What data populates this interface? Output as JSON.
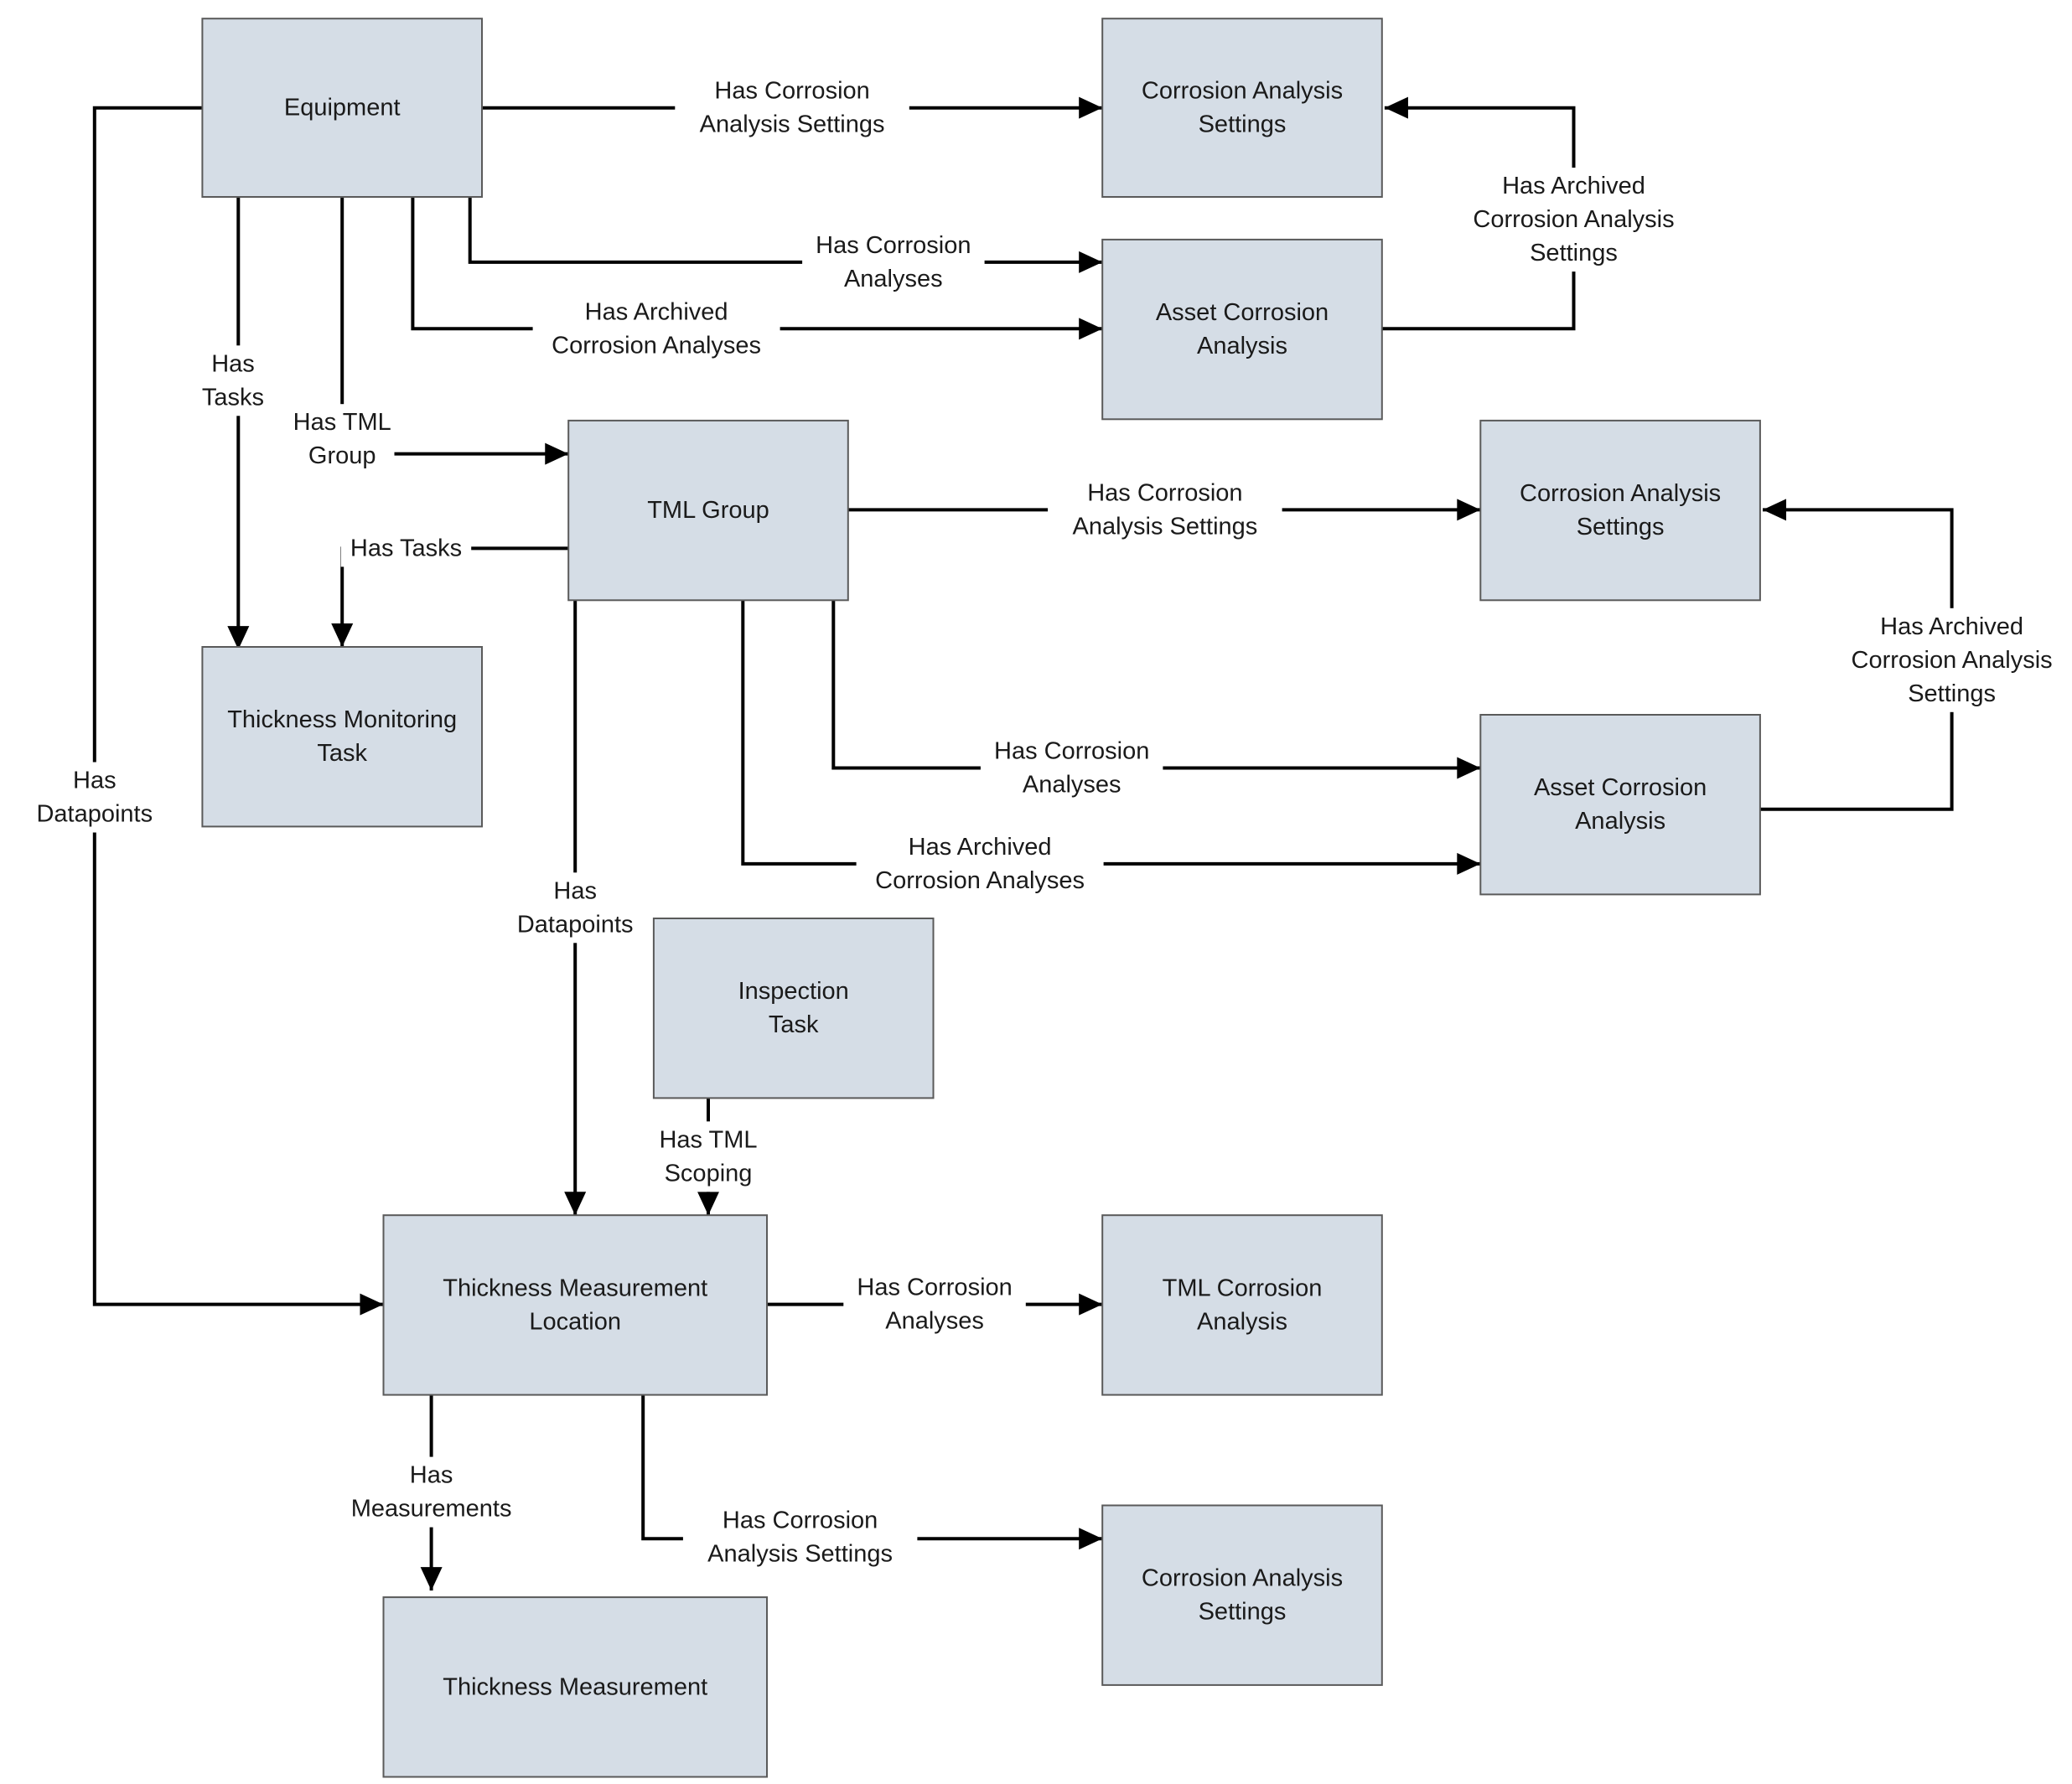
{
  "nodes": {
    "equipment": [
      "Equipment"
    ],
    "cas_1": [
      "Corrosion Analysis",
      "Settings"
    ],
    "aca_1": [
      "Asset Corrosion",
      "Analysis"
    ],
    "tml_group": [
      "TML Group"
    ],
    "cas_2": [
      "Corrosion Analysis",
      "Settings"
    ],
    "aca_2": [
      "Asset Corrosion",
      "Analysis"
    ],
    "thickness_monitoring_task": [
      "Thickness Monitoring",
      "Task"
    ],
    "inspection_task": [
      "Inspection",
      "Task"
    ],
    "tml": [
      "Thickness Measurement",
      "Location"
    ],
    "tml_corrosion_analysis": [
      "TML Corrosion",
      "Analysis"
    ],
    "thickness_measurement": [
      "Thickness Measurement"
    ],
    "cas_3": [
      "Corrosion Analysis",
      "Settings"
    ]
  },
  "edges": {
    "equip_cas": [
      "Has Corrosion",
      "Analysis Settings"
    ],
    "equip_aca": [
      "Has Corrosion",
      "Analyses"
    ],
    "equip_archived_aca": [
      "Has Archived",
      "Corrosion Analyses"
    ],
    "aca1_archived_cas": [
      "Has Archived",
      "Corrosion Analysis",
      "Settings"
    ],
    "equip_tasks": [
      "Has",
      "Tasks"
    ],
    "equip_tml_group": [
      "Has TML",
      "Group"
    ],
    "equip_datapoints": [
      "Has",
      "Datapoints"
    ],
    "tmlgroup_tasks": [
      "Has Tasks"
    ],
    "tmlgroup_cas": [
      "Has Corrosion",
      "Analysis Settings"
    ],
    "tmlgroup_aca": [
      "Has Corrosion",
      "Analyses"
    ],
    "tmlgroup_archived_aca": [
      "Has Archived",
      "Corrosion Analyses"
    ],
    "aca2_archived_cas": [
      "Has Archived",
      "Corrosion Analysis",
      "Settings"
    ],
    "tmlgroup_datapoints": [
      "Has",
      "Datapoints"
    ],
    "inspection_scoping": [
      "Has TML",
      "Scoping"
    ],
    "tml_corrosion": [
      "Has Corrosion",
      "Analyses"
    ],
    "tml_measurements": [
      "Has",
      "Measurements"
    ],
    "tml_cas": [
      "Has Corrosion",
      "Analysis Settings"
    ]
  }
}
